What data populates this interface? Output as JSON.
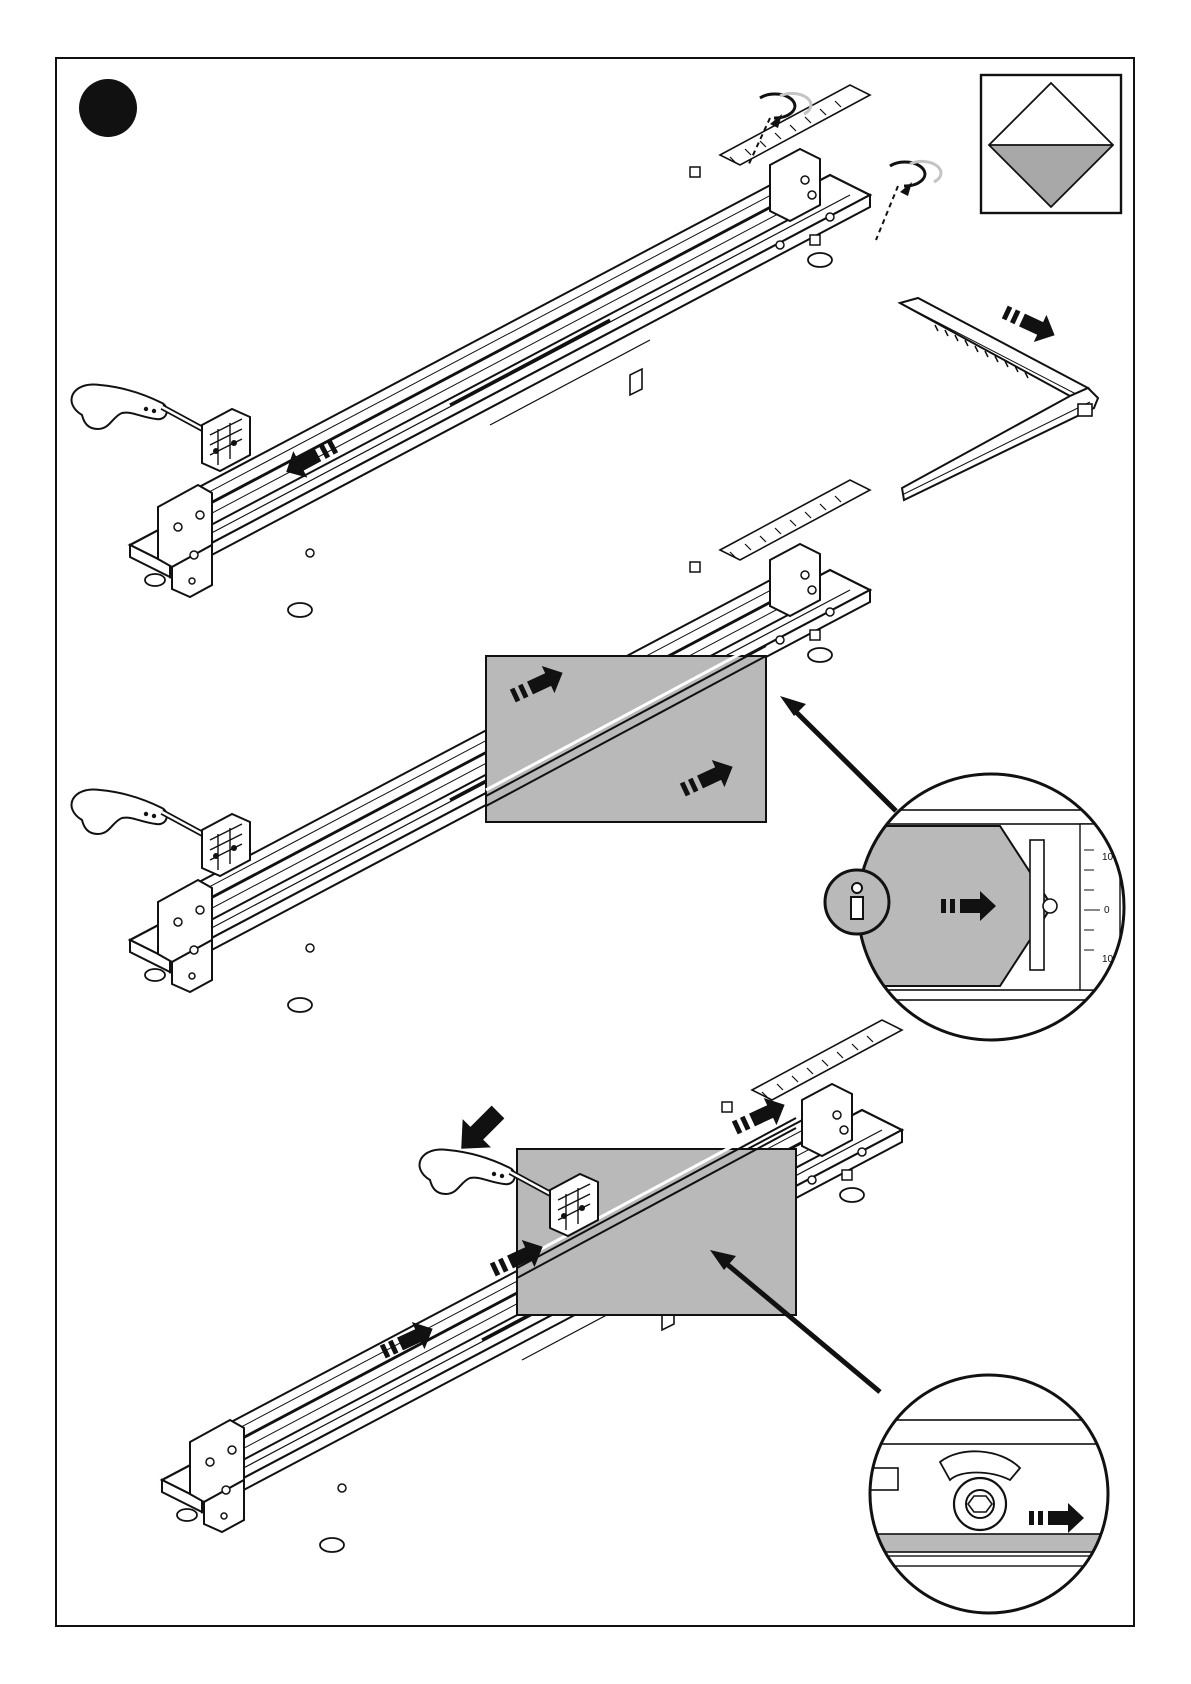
{
  "page": {
    "step_marker": "filled-black-circle",
    "corner_symbol": "diamond-half-grey-icon",
    "info_icon": "info-icon",
    "colors": {
      "line": "#111111",
      "tile_grey": "#b9b9b9",
      "symbol_grey": "#a8a8a8",
      "light_arrow": "#c4c4c4",
      "background": "#ffffff"
    }
  },
  "panels": [
    {
      "id": "adjust-guide",
      "icons": [
        "rotate-knob-icon",
        "rotate-knob-icon",
        "push-arrow-icon",
        "slide-arrow-icon"
      ]
    },
    {
      "id": "place-tile",
      "icons": [
        "push-arrow-icon",
        "push-arrow-icon",
        "info-icon",
        "push-arrow-icon"
      ]
    },
    {
      "id": "score-tile",
      "icons": [
        "press-down-arrow-icon",
        "push-arrow-icon",
        "push-arrow-icon",
        "push-arrow-icon",
        "push-arrow-icon"
      ]
    }
  ],
  "detail_views": {
    "guide": {
      "scale_marks": [
        "10",
        "0",
        "10"
      ]
    }
  }
}
